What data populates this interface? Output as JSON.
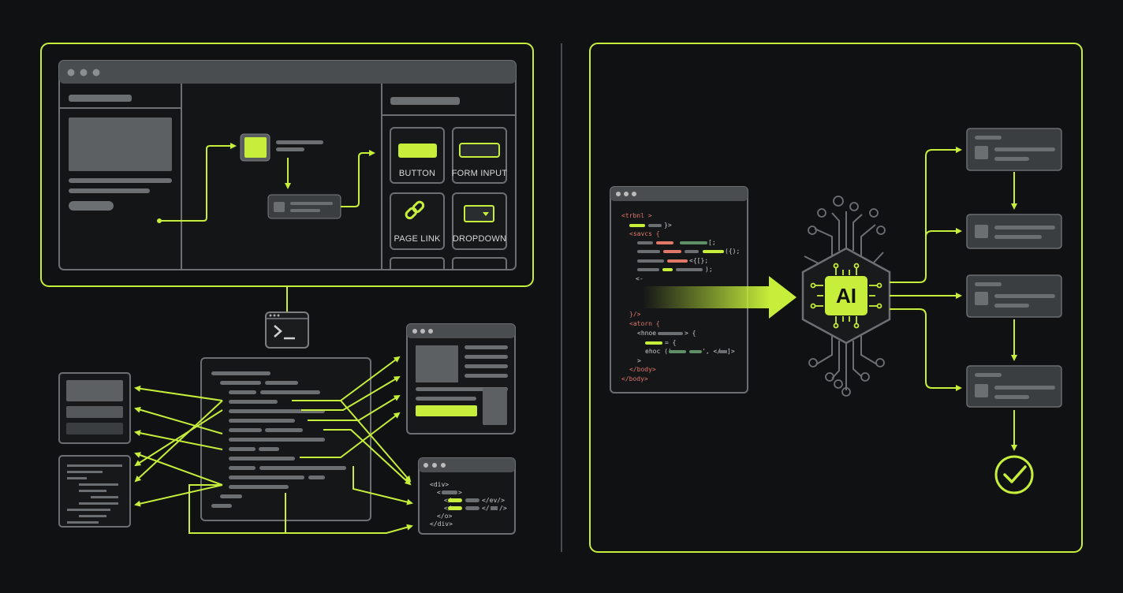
{
  "colors": {
    "background": "#0f1113",
    "accent": "#c6ee3a",
    "panel": "#3b3e40",
    "line": "#6b6f71",
    "code_red": "#e0786a",
    "code_green": "#5f8f68"
  },
  "components": {
    "button": "BUTTON",
    "form_input": "FORM INPUT",
    "page_link": "PAGE LINK",
    "dropdown": "DROPDOWN"
  },
  "ai_chip": {
    "label": "AI"
  },
  "code_editor": {
    "lines": [
      "<trbnl >",
      "}>",
      "<savcs {",
      "[;",
      "({);",
      "<{[};",
      ");",
      "<-",
      "}/>",
      "<atorn {",
      "<hnoe",
      "> {",
      "= {",
      "ehoc ('",
      "', </",
      "]>",
      ">",
      "</body>",
      "</body>"
    ]
  },
  "snippet_window": {
    "lines": [
      "<div>",
      "<",
      ">",
      "</ev/>",
      "</",
      "/>",
      "</o>",
      "</div>"
    ]
  },
  "icons": [
    "terminal-icon",
    "link-icon",
    "dropdown-caret-icon",
    "checkmark-circle-icon",
    "ai-chip-icon"
  ]
}
